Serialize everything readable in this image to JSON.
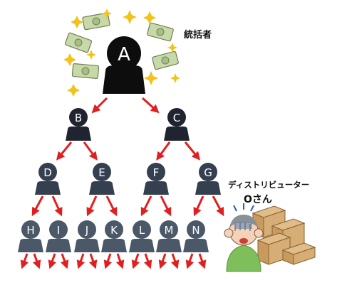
{
  "top": {
    "label": "A",
    "role_label": "統括者"
  },
  "level1": [
    {
      "label": "B"
    },
    {
      "label": "C"
    }
  ],
  "level2": [
    {
      "label": "D"
    },
    {
      "label": "E"
    },
    {
      "label": "F"
    },
    {
      "label": "G"
    }
  ],
  "level3": [
    {
      "label": "H"
    },
    {
      "label": "I"
    },
    {
      "label": "J"
    },
    {
      "label": "K"
    },
    {
      "label": "L"
    },
    {
      "label": "M"
    },
    {
      "label": "N"
    }
  ],
  "distributor": {
    "title": "ディストリビューター",
    "name": "Oさん"
  },
  "colors": {
    "top_figure": "#0d0d0d",
    "level1_figure": "#1f2430",
    "level2_figure": "#34404f",
    "level3_figure": "#4a5868",
    "arrow": "#e02020",
    "money": "#c8d9a8",
    "sparkle": "#f3c21b",
    "box": "#d6ad74",
    "box_dark": "#b9874e",
    "shirt": "#7fbf5b"
  },
  "icons": [
    "money-icon",
    "sparkle-icon",
    "cardboard-box-icon",
    "worried-person-icon"
  ]
}
